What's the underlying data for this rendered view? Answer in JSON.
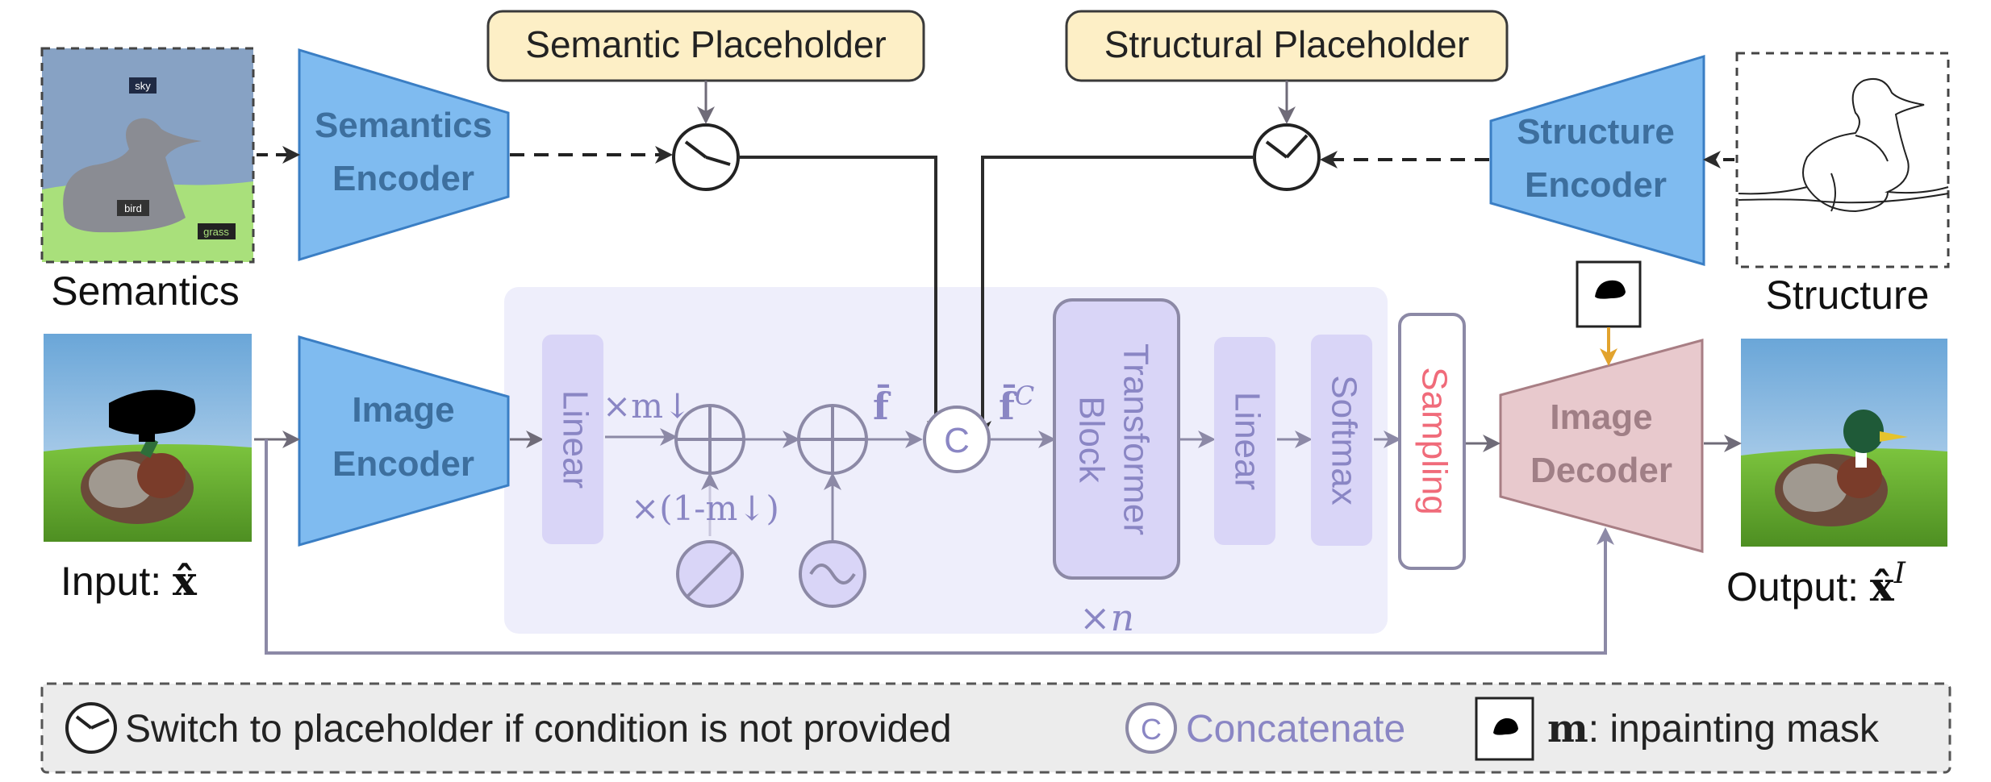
{
  "placeholders": {
    "semantic": "Semantic Placeholder",
    "structural": "Structural Placeholder"
  },
  "encoders": {
    "semantics_line1": "Semantics",
    "semantics_line2": "Encoder",
    "structure_line1": "Structure",
    "structure_line2": "Encoder",
    "image_line1": "Image",
    "image_line2": "Encoder"
  },
  "decoder": {
    "line1": "Image",
    "line2": "Decoder"
  },
  "inputs": {
    "semantics_caption": "Semantics",
    "structure_caption": "Structure",
    "input_caption": "Input: ",
    "input_symbol": "x̂",
    "output_caption": "Output: ",
    "output_symbol": "x̂",
    "output_superscript": "I"
  },
  "semantic_map_labels": {
    "sky": "sky",
    "bird": "bird",
    "grass": "grass"
  },
  "transformer": {
    "linear1": "Linear",
    "mask_mult": "×m↓",
    "inv_mask_mult": "×(1-m↓)",
    "f_bar": "f̄",
    "fc_bar": "f̄",
    "fc_superscript": "C",
    "concat_symbol": "C",
    "block_line1": "Transformer",
    "block_line2": "Block",
    "repeat": "×n",
    "linear2": "Linear",
    "softmax": "Softmax",
    "sampling": "Sampling"
  },
  "legend": {
    "switch_text": "Switch to placeholder if condition is not provided",
    "concat_symbol": "C",
    "concat_text": "Concatenate",
    "mask_symbol": "m",
    "mask_text": ": inpainting mask"
  },
  "colors": {
    "encoder_fill": "#7fbbf0",
    "encoder_stroke": "#3a7ec4",
    "encoder_text": "#3d6f9e",
    "placeholder_fill": "#fdefc6",
    "decoder_fill": "#e8c9cd",
    "decoder_text": "#a07f86",
    "panel_fill": "#eeeefb",
    "module_fill": "#d9d5f7",
    "module_text": "#8a86c4",
    "sampling_text": "#f06b7a",
    "arrow": "#6f6b78",
    "orange_arrow": "#e2a32e",
    "legend_fill": "#ececec"
  }
}
